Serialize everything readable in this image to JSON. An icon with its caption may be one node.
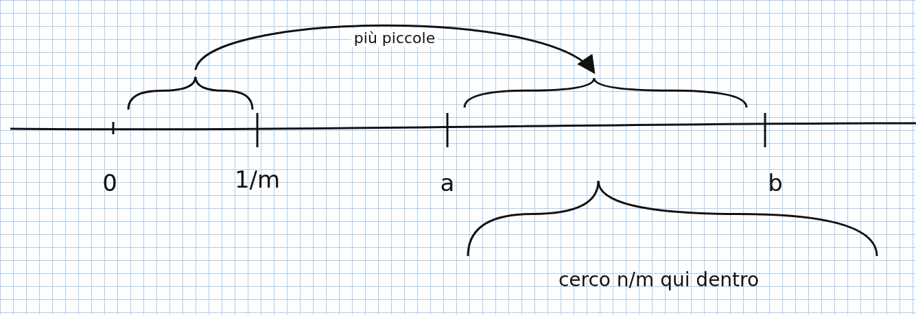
{
  "diagram": {
    "nodes": [
      {
        "text": [],
        "shape": "brace"
      },
      {
        "text": [],
        "shape": "brace"
      }
    ],
    "edges": [
      {
        "from": 0,
        "to": 1,
        "arrow": "to",
        "label": "più piccole"
      }
    ],
    "labels": [
      "0",
      "1/m",
      "a",
      "b",
      "cerco n/m qui dentro"
    ]
  }
}
